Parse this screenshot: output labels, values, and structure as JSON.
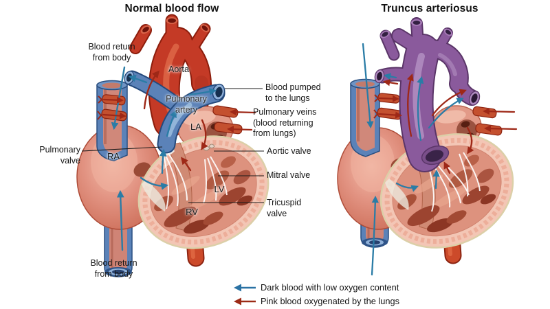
{
  "left_panel": {
    "title": "Normal blood flow",
    "anatomy": {
      "aorta": "Aorta",
      "pulmonary_artery": "Pulmonary\nartery",
      "la": "LA",
      "ra": "RA",
      "lv": "LV",
      "rv": "RV"
    },
    "callouts": {
      "blood_return_top": "Blood return\nfrom body",
      "pulmonary_valve": "Pulmonary\nvalve",
      "blood_return_bottom": "Blood return\nfrom body",
      "blood_pumped": "Blood pumped\nto the lungs",
      "pulmonary_veins": "Pulmonary veins\n(blood returning\nfrom lungs)",
      "aortic_valve": "Aortic valve",
      "mitral_valve": "Mitral valve",
      "tricuspid_valve": "Tricuspid\nvalve"
    }
  },
  "right_panel": {
    "title": "Truncus arteriosus"
  },
  "legend": {
    "items": [
      {
        "name": "dark-blood-arrow",
        "color": "#2a72a4",
        "text": "Dark blood with low oxygen content"
      },
      {
        "name": "pink-blood-arrow",
        "color": "#9c2a16",
        "text": "Pink blood oxygenated by the lungs"
      }
    ]
  },
  "colors": {
    "oxygenated_vessel": "#c43a26",
    "deoxygenated_vessel": "#5b82b8",
    "truncus_vessel": "#8a5a9c",
    "flow_dark_blood": "#2a7ca6",
    "flow_pink_blood": "#9e2817",
    "heart_muscle": "#dc8273"
  }
}
